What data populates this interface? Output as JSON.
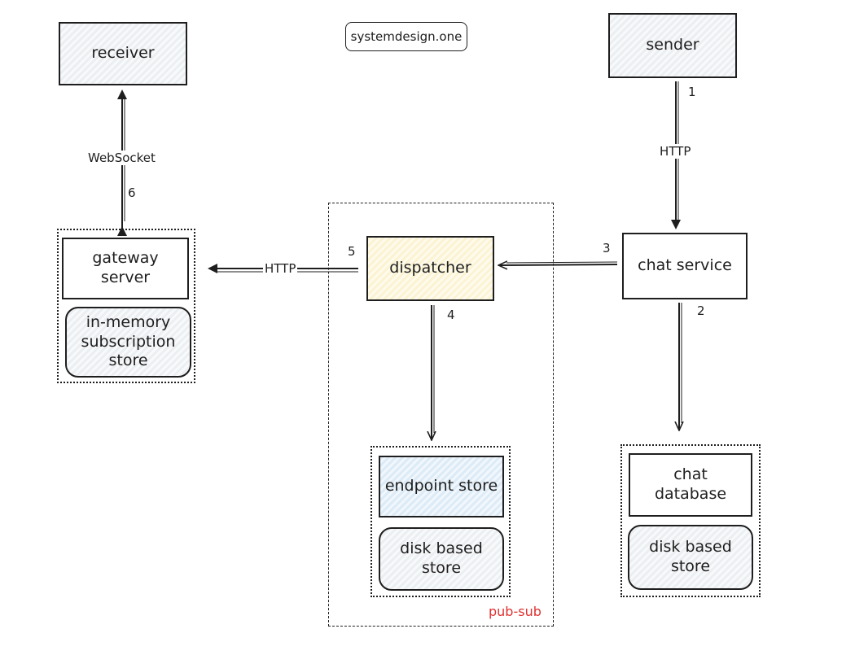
{
  "watermark": "systemdesign.one",
  "nodes": {
    "receiver": "receiver",
    "sender": "sender",
    "gateway_server": "gateway\nserver",
    "subscription_store": "in-memory\nsubscription\nstore",
    "dispatcher": "dispatcher",
    "chat_service": "chat service",
    "endpoint_store": "endpoint store",
    "pubsub_disk_store": "disk based\nstore",
    "chat_database": "chat\ndatabase",
    "chat_disk_store": "disk based\nstore"
  },
  "group_label": "pub-sub",
  "edges": {
    "sender_to_chat": {
      "step": "1",
      "protocol": "HTTP"
    },
    "chat_to_database": {
      "step": "2"
    },
    "chat_to_dispatcher": {
      "step": "3"
    },
    "dispatcher_to_endpoint": {
      "step": "4"
    },
    "dispatcher_to_gateway": {
      "step": "5",
      "protocol": "HTTP"
    },
    "gateway_receiver": {
      "step": "6",
      "protocol": "WebSocket"
    }
  },
  "colors": {
    "stroke": "#1e1e1e",
    "grey_fill": "#eceff2",
    "yellow_fill": "#fbf3d2",
    "blue_fill": "#dcebf6",
    "group_label": "#e03131"
  }
}
